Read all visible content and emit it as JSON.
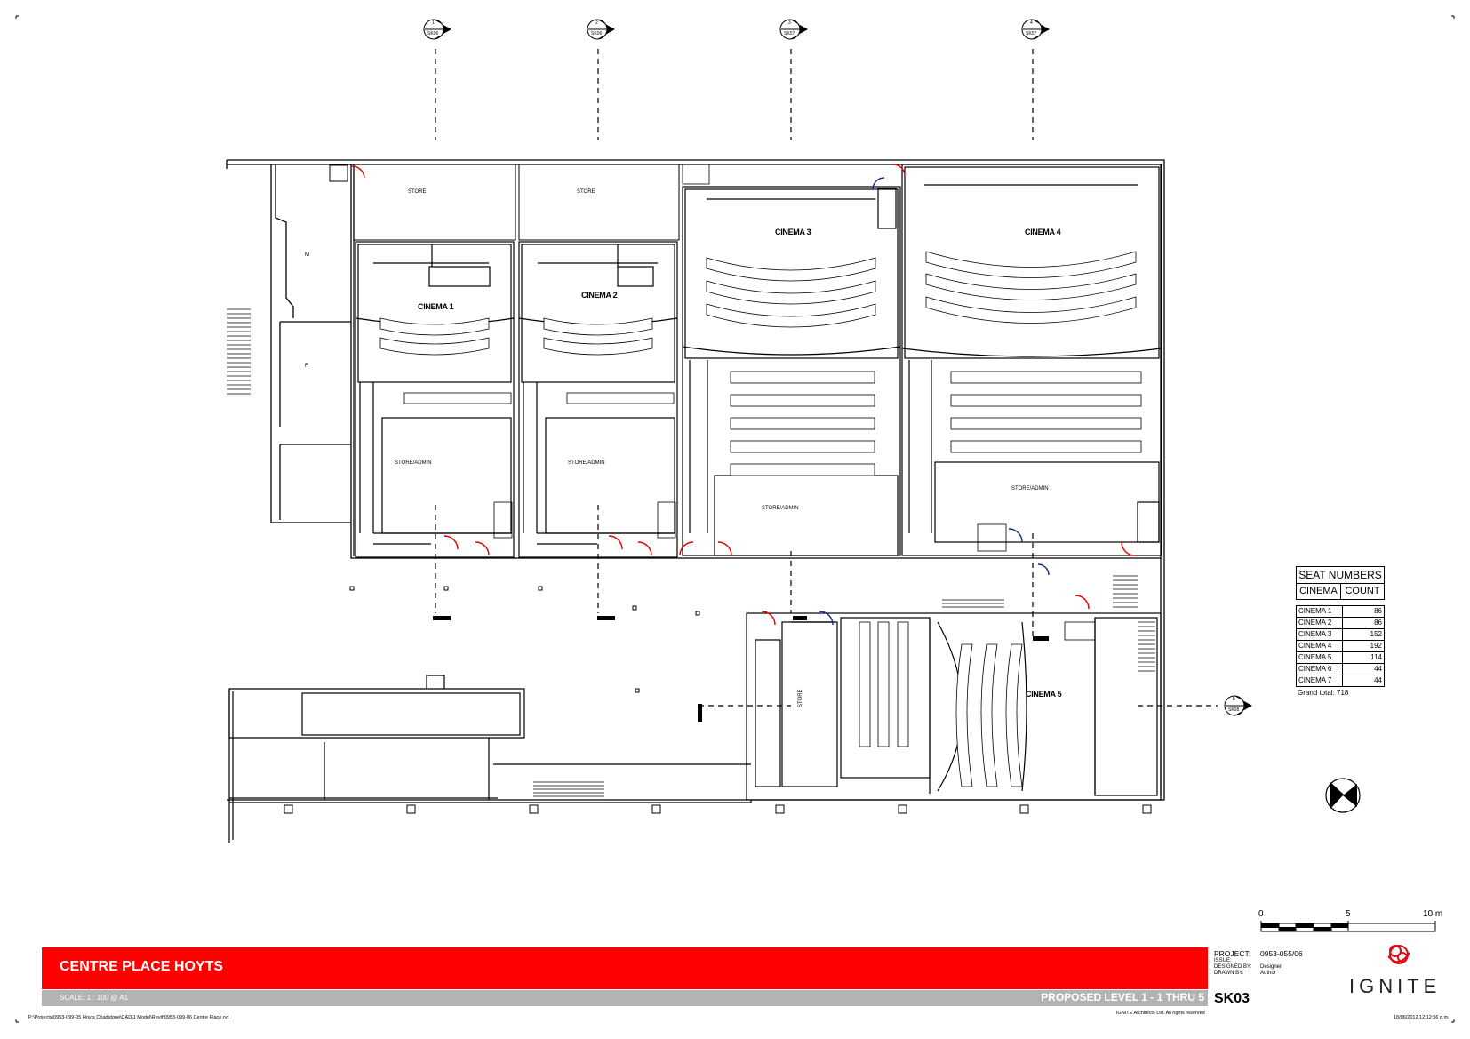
{
  "rooms": {
    "store_1": "STORE",
    "store_2": "STORE",
    "m": "M",
    "f": "F",
    "admin_1": "STORE/ADMIN",
    "admin_2": "STORE/ADMIN",
    "admin_3": "STORE/ADMIN",
    "admin_4": "STORE/ADMIN",
    "store_5": "STORE"
  },
  "cinemas": {
    "c1": "CINEMA 1",
    "c2": "CINEMA 2",
    "c3": "CINEMA 3",
    "c4": "CINEMA 4",
    "c5": "CINEMA 5"
  },
  "section_markers": [
    {
      "num": "1",
      "sheet": "SK06"
    },
    {
      "num": "2",
      "sheet": "SK06"
    },
    {
      "num": "3",
      "sheet": "SK07"
    },
    {
      "num": "4",
      "sheet": "SK07"
    },
    {
      "num": "5",
      "sheet": "SK08"
    }
  ],
  "seat_table": {
    "title": "SEAT NUMBERS",
    "col_cinema": "CINEMA",
    "col_count": "COUNT",
    "rows": [
      {
        "name": "CINEMA 1",
        "count": "86"
      },
      {
        "name": "CINEMA 2",
        "count": "86"
      },
      {
        "name": "CINEMA 3",
        "count": "152"
      },
      {
        "name": "CINEMA 4",
        "count": "192"
      },
      {
        "name": "CINEMA 5",
        "count": "114"
      },
      {
        "name": "CINEMA 6",
        "count": "44"
      },
      {
        "name": "CINEMA 7",
        "count": "44"
      }
    ],
    "grand_total": "Grand total: 718"
  },
  "scale_bar": {
    "zero": "0",
    "mid": "5",
    "end": "10 m"
  },
  "title_block": {
    "project_name": "CENTRE PLACE HOYTS",
    "scale": "SCALE: 1 : 100 @ A1",
    "drawing_title": "PROPOSED LEVEL 1 - 1 THRU 5",
    "sheet_number": "SK03",
    "project_label": "PROJECT:",
    "project_value": "0953-055/06",
    "issue_label": "ISSUE:",
    "designed_label": "DESIGNED BY:",
    "designed_value": "Designer",
    "drawn_label": "DRAWN BY:",
    "drawn_value": "Author",
    "logo": "IGNITE",
    "copyright": "IGNITE Architects Ltd.  All rights reserved",
    "file_path": "P:\\Projects\\0953-099-05 Hoyts Chadstone\\CAD\\1 Model\\Revit\\0953-099-06 Centre Place.rvt",
    "timestamp": "18/06/2012 12:12:56 p.m."
  },
  "colors": {
    "band_red": "#ff0000",
    "band_grey": "#b3b3b3",
    "door_red": "#e00000",
    "door_blue": "#1a2b8f",
    "logo_red": "#e30613"
  }
}
